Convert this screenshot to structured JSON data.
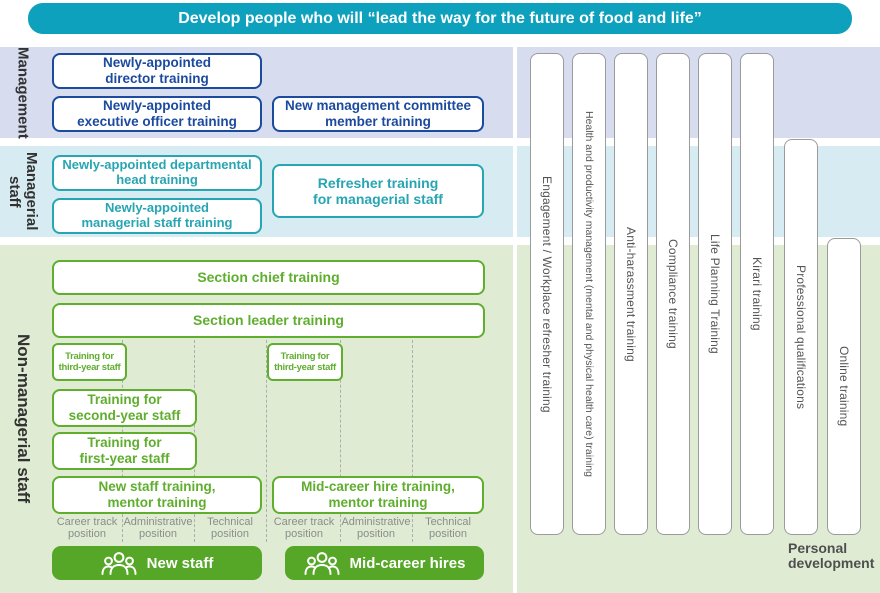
{
  "header": {
    "title": "Develop people who will “lead the way for the future of food and life”"
  },
  "management": {
    "label": "Management",
    "director": "Newly-appointed\ndirector training",
    "executive": "Newly-appointed\nexecutive officer training",
    "committee": "New management committee\nmember training"
  },
  "managerial": {
    "label": "Managerial staff",
    "dept_head": "Newly-appointed departmental\nhead training",
    "managerial_staff": "Newly-appointed\nmanagerial staff training",
    "refresher": "Refresher training\nfor managerial staff"
  },
  "non_managerial": {
    "label": "Non-managerial staff",
    "section_chief": "Section chief training",
    "section_leader": "Section leader training",
    "third_year_left": "Training for\nthird-year staff",
    "third_year_right": "Training for\nthird-year staff",
    "second_year": "Training for\nsecond-year staff",
    "first_year": "Training for\nfirst-year staff",
    "new_staff_training": "New staff training,\nmentor training",
    "mid_career_training": "Mid-career hire training,\nmentor training",
    "positions_new": [
      "Career track\nposition",
      "Administrative\nposition",
      "Technical\nposition"
    ],
    "positions_mid": [
      "Career track\nposition",
      "Administrative\nposition",
      "Technical\nposition"
    ],
    "new_staff": "New staff",
    "mid_career_hires": "Mid-career hires"
  },
  "bars": [
    "Engagement / Workplace refresher training",
    "Health and productivity management (mental and physical health care) training",
    "Anti-harassment training",
    "Compliance training",
    "Life Planning Training",
    "Kirari training",
    "Professional qualifications",
    "Online training"
  ],
  "personal_development": "Personal\ndevelopment",
  "colors": {
    "header_teal": "#0da1bd",
    "navy": "#1b4a9e",
    "teal": "#27a5b3",
    "green": "#5fae2e",
    "green_solid": "#56a727",
    "band_management": "#d7ddef",
    "band_managerial": "#d7ecf2",
    "band_non_managerial": "#dfecd3"
  }
}
